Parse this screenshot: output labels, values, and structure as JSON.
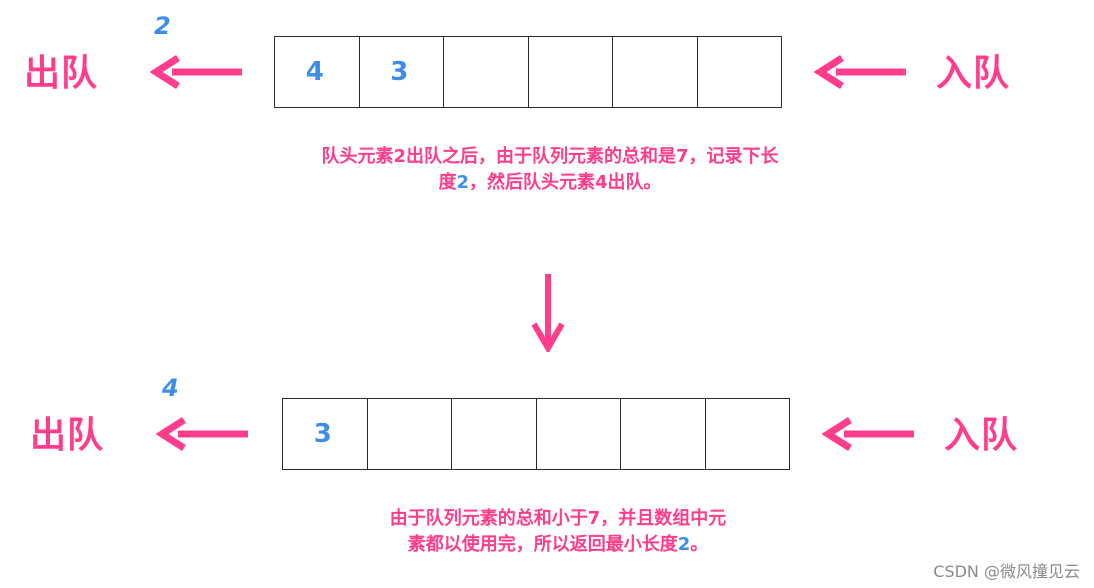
{
  "colors": {
    "accent": "#ff3d8c",
    "number": "#3d8ee8",
    "border": "#2b2b2b"
  },
  "top": {
    "dequeue_label": "出队",
    "enqueue_label": "入队",
    "removed_number": "2",
    "cells": [
      "4",
      "3",
      "",
      "",
      "",
      ""
    ],
    "caption_line1": "队头元素2出队之后，由于队列元素的总和是7，记录下长",
    "caption_line2_pre": "度",
    "caption_line2_num": "2",
    "caption_line2_post": "，然后队头元素4出队。"
  },
  "bottom": {
    "dequeue_label": "出队",
    "enqueue_label": "入队",
    "removed_number": "4",
    "cells": [
      "3",
      "",
      "",
      "",
      "",
      ""
    ],
    "caption_line1": "由于队列元素的总和小于7，并且数组中元",
    "caption_line2_pre": "素都以使用完，所以返回最小长度",
    "caption_line2_num": "2",
    "caption_line2_post": "。"
  },
  "watermark": "CSDN @微风撞见云"
}
